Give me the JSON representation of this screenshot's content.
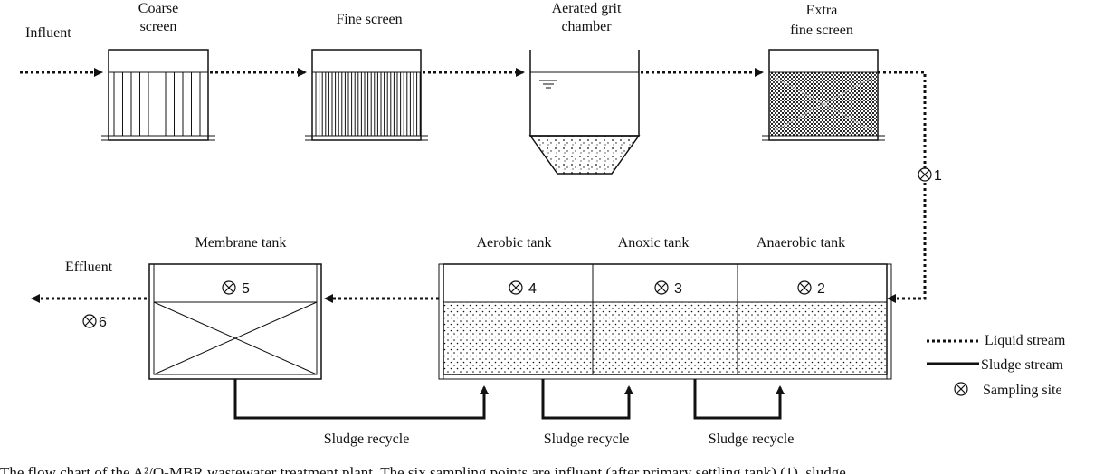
{
  "labels": {
    "influent": "Influent",
    "coarse_screen_1": "Coarse",
    "coarse_screen_2": "screen",
    "fine_screen": "Fine screen",
    "grit_1": "Aerated grit",
    "grit_2": "chamber",
    "extra_1": "Extra",
    "extra_2": "fine screen",
    "membrane_tank": "Membrane tank",
    "aerobic_tank": "Aerobic tank",
    "anoxic_tank": "Anoxic tank",
    "anaerobic_tank": "Anaerobic tank",
    "effluent": "Effluent",
    "sludge_recycle_1": "Sludge recycle",
    "sludge_recycle_2": "Sludge recycle",
    "sludge_recycle_3": "Sludge recycle"
  },
  "sampling": {
    "s1": "1",
    "s2": "2",
    "s3": "3",
    "s4": "4",
    "s5": "5",
    "s6": "6"
  },
  "legend": {
    "liquid": "Liquid stream",
    "sludge": "Sludge stream",
    "sampling": "Sampling site"
  },
  "caption": "The flow chart of the A²/O-MBR wastewater treatment plant. The six sampling points are influent (after primary settling tank) (1), sludge"
}
